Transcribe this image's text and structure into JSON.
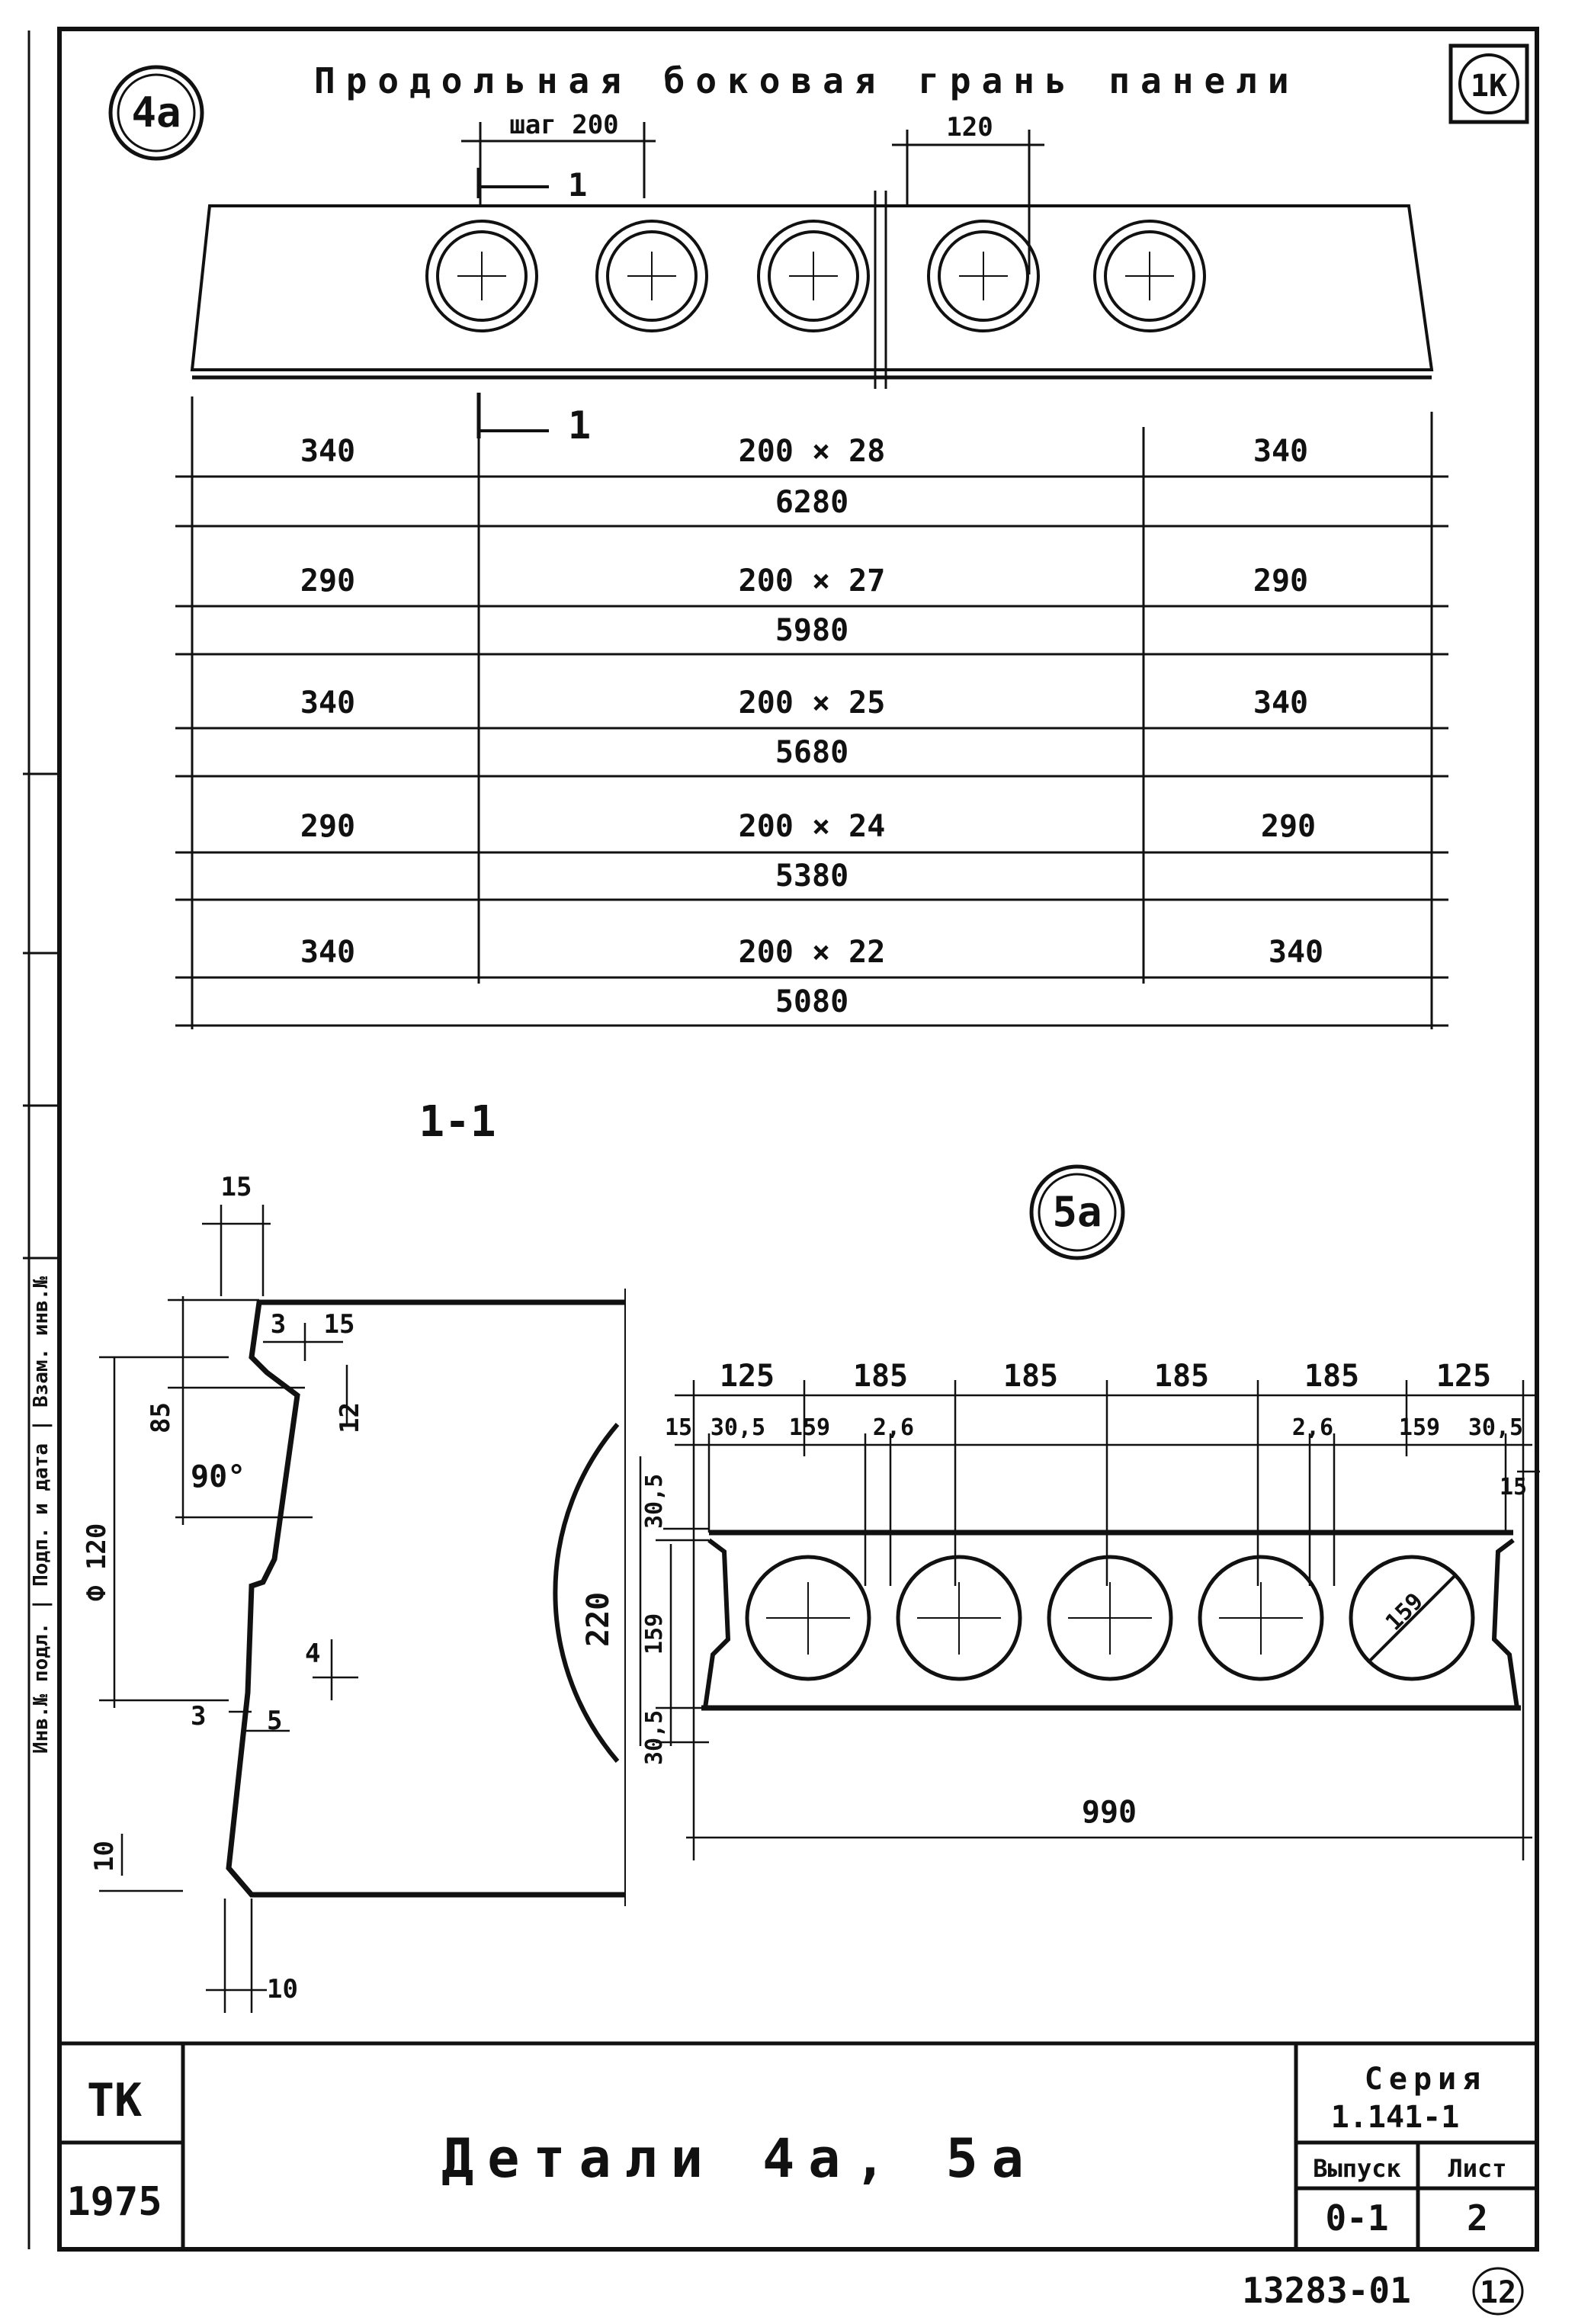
{
  "sheet": {
    "title_4a": "Продольная боковая грань панели",
    "circle_4a": "4а",
    "circle_5a": "5а",
    "corner_mark": "1К",
    "pitch_label": "шаг 200",
    "dim_120": "120",
    "section_mark": "1",
    "section_title": "1-1",
    "side_stamp": "Инв.№ подл. | Подп. и дата | Взам. инв.№"
  },
  "dimension_rows": [
    {
      "left": "340",
      "middle": "200 × 28",
      "right": "340",
      "total": "6280"
    },
    {
      "left": "290",
      "middle": "200 × 27",
      "right": "290",
      "total": "5980"
    },
    {
      "left": "340",
      "middle": "200 × 25",
      "right": "340",
      "total": "5680"
    },
    {
      "left": "290",
      "middle": "200 × 24",
      "right": "290",
      "total": "5380"
    },
    {
      "left": "340",
      "middle": "200 × 22",
      "right": "340",
      "total": "5080"
    }
  ],
  "section_dims": {
    "d15_top": "15",
    "d3_top": "3",
    "d15_in": "15",
    "d85": "85",
    "d12": "12",
    "d90": "90°",
    "d120": "Ф 120",
    "d4": "4",
    "d3_bot": "3",
    "d5": "5",
    "d10_left": "10",
    "d10_bot": "10",
    "d220": "220"
  },
  "detail_5a": {
    "top_dims": [
      "125",
      "185",
      "185",
      "185",
      "185",
      "125"
    ],
    "sub_left": [
      "15",
      "30,5",
      "159",
      "2,6"
    ],
    "sub_right": [
      "2,6",
      "159",
      "30,5"
    ],
    "d15_right": "15",
    "d30_5_top": "30,5",
    "d159": "159",
    "d30_5_bot": "30,5",
    "hole_dia": "159",
    "total": "990"
  },
  "title_block": {
    "org": "ТК",
    "year": "1975",
    "title": "Детали 4а, 5а",
    "series_label": "Серия",
    "series_value": "1.141-1",
    "issue_label": "Выпуск",
    "issue_value": "0-1",
    "sheet_label": "Лист",
    "sheet_value": "2"
  },
  "footer": {
    "doc_number": "13283-01",
    "page_circle": "12"
  }
}
